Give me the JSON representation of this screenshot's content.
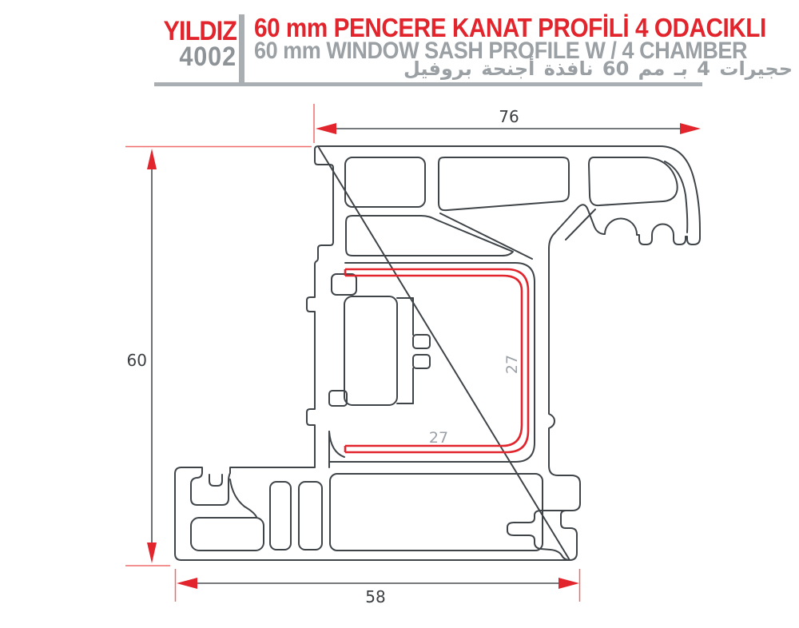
{
  "header": {
    "brand": "YILDIZ",
    "model": "4002",
    "title_tr": "60 mm PENCERE KANAT PROFİLİ 4 ODACIKLI",
    "title_en": "60 mm WINDOW SASH PROFILE  W / 4 CHAMBER",
    "title_ar_words": [
      "بروفيل",
      "أجنحة",
      "نافذة",
      "60",
      "مم",
      "بـ",
      "4",
      "حجيرات"
    ]
  },
  "drawing": {
    "type": "pvc-window-sash-profile-cross-section",
    "dimensions": {
      "width_top": "76",
      "height_left": "60",
      "width_bottom": "58",
      "gasket_depth_vertical": "27",
      "gasket_depth_horizontal": "27"
    }
  },
  "colors": {
    "accent_red": "#e2242c",
    "extension_line_red": "#ef6b6b",
    "profile_outline": "#3f4448",
    "label_gray": "#9aa0a4",
    "model_gray": "#8e9398",
    "header_bar_gray": "#a9aeb3",
    "dimension_text": "#3b3f42"
  }
}
